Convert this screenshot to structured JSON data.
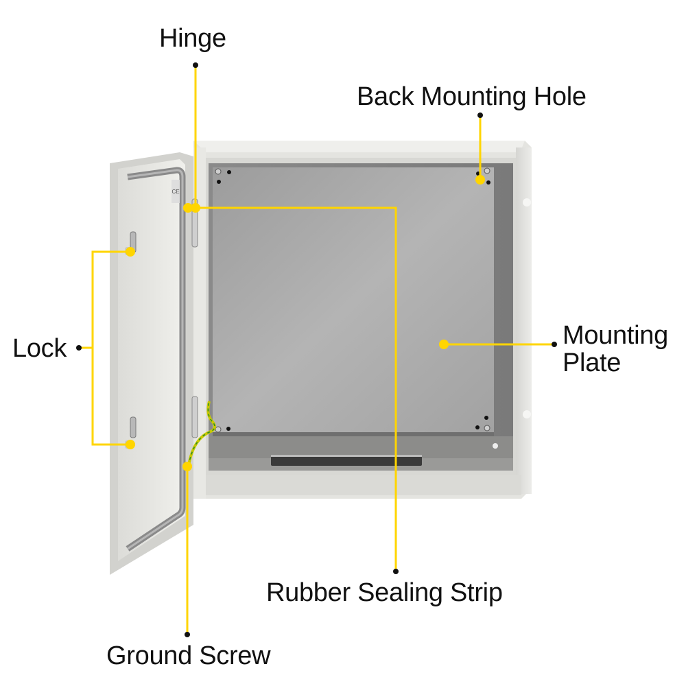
{
  "product": {
    "name": "Steel electrical enclosure with open door",
    "body_color": "#e6e6e2",
    "plate_color": "#a8a8a8",
    "callout_color": "#ffd500",
    "dot_color": "#111111"
  },
  "callouts": [
    {
      "id": "hinge",
      "label": "Hinge"
    },
    {
      "id": "back-mounting-hole",
      "label": "Back Mounting Hole"
    },
    {
      "id": "lock",
      "label": "Lock"
    },
    {
      "id": "mounting-plate",
      "label_line1": "Mounting",
      "label_line2": "Plate"
    },
    {
      "id": "rubber-sealing-strip",
      "label": "Rubber Sealing Strip"
    },
    {
      "id": "ground-screw",
      "label": "Ground Screw"
    }
  ]
}
